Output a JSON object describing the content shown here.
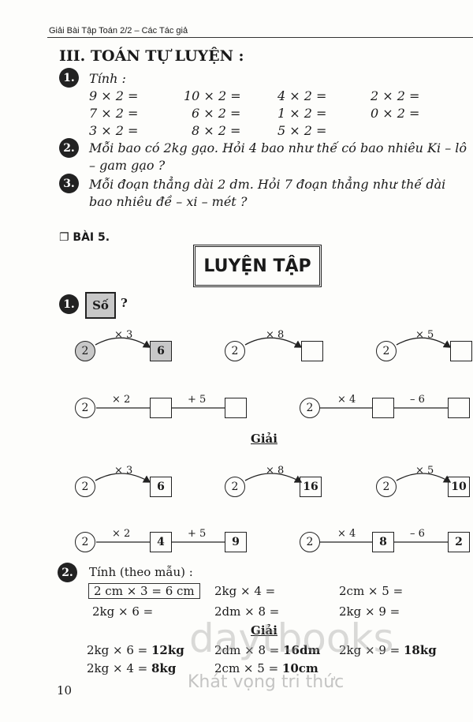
{
  "header": "Giải Bài Tập Toán 2/2 – Các Tác giả",
  "section_title": "III. TOÁN TỰ LUYỆN :",
  "self_practice": {
    "ex1": {
      "num": "1.",
      "label": "Tính :",
      "rows": [
        [
          "9 × 2 =",
          "10 × 2  =",
          "4 × 2 =",
          "2 × 2 ="
        ],
        [
          "7 × 2 =",
          "6 × 2  =",
          "1 × 2 =",
          "0 × 2 ="
        ],
        [
          "3 × 2 =",
          "8 × 2  =",
          "5 × 2 ="
        ]
      ]
    },
    "ex2": {
      "num": "2.",
      "line1": "Mỗi bao có 2kg gạo. Hỏi 4 bao như thế có bao nhiêu Ki – lô",
      "line2": "– gam gạo ?"
    },
    "ex3": {
      "num": "3.",
      "line1": "Mỗi đoạn thẳng dài 2 dm. Hỏi 7 đoạn thẳng như thế dài",
      "line2": "bao nhiêu đề – xi – mét ?"
    }
  },
  "lesson": {
    "label": "❐ BÀI 5.",
    "title": "LUYỆN TẬP"
  },
  "ex1": {
    "num": "1.",
    "label": "Số",
    "q": "?",
    "start": "2",
    "ops": {
      "a": "× 3",
      "b": "× 8",
      "c": "× 5",
      "d": "× 2",
      "e": "+ 5",
      "f": "× 4",
      "g": "– 6"
    },
    "giai": "Giải",
    "answers": {
      "a": "6",
      "b": "16",
      "c": "10",
      "d": "4",
      "e": "9",
      "f": "8",
      "g": "2"
    }
  },
  "ex2": {
    "num": "2.",
    "label": "Tính (theo mẫu) :",
    "sample": "2 cm × 3 = 6 cm",
    "rows": [
      [
        "2kg × 4  =",
        "2cm × 5 ="
      ],
      [
        "2kg × 6 =",
        "2dm × 8 =",
        "2kg × 9  ="
      ]
    ],
    "giai": "Giải",
    "solutions": [
      [
        "2kg  × 6 = ",
        "12kg",
        "2dm × 8 = ",
        "16dm",
        "2kg × 9 = ",
        "18kg"
      ],
      [
        "2kg  × 4 = ",
        "8kg",
        "2cm × 5 = ",
        "10cm"
      ]
    ]
  },
  "page_number": "10",
  "watermark": {
    "brand": "daytbooks",
    "slogan": "Khát vọng tri thức"
  }
}
